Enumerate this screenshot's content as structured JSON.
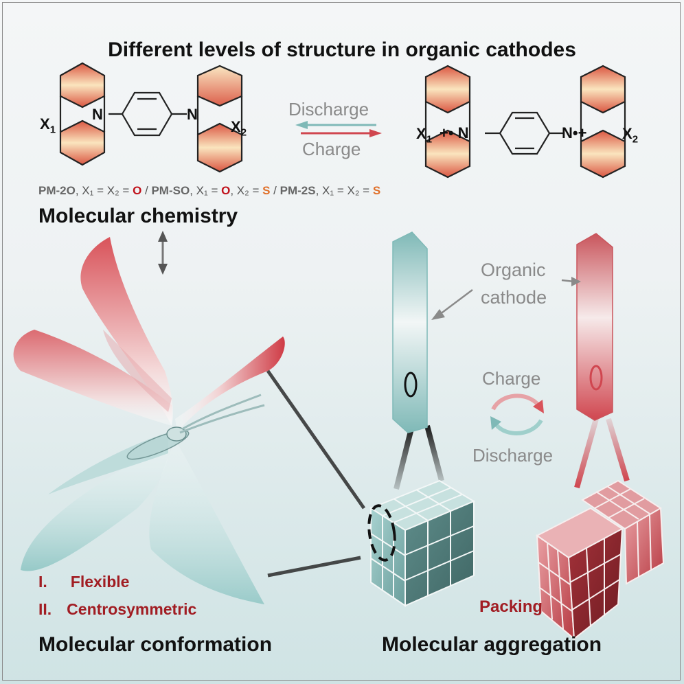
{
  "title": "Different levels of structure in organic cathodes",
  "reaction": {
    "forward": "Discharge",
    "backward": "Charge"
  },
  "formula": {
    "pm2o": "PM-2O",
    "pm2o_rest": ", X₁ = X₂ = ",
    "o1": "O",
    "sep1": " / ",
    "pmso": "PM-SO",
    "pmso_rest": ", X₁ = ",
    "o2": "O",
    "pmso_rest2": ", X₂ = ",
    "s1": "S",
    "sep2": " / ",
    "pm2s": "PM-2S",
    "pm2s_rest": ", X₁ = X₂ = ",
    "s2": "S"
  },
  "atoms": {
    "left_x1": "X",
    "left_x1_sub": "1",
    "left_n1": "N",
    "left_n2": "N",
    "left_x2": "X",
    "left_x2_sub": "2",
    "right_x1": "X",
    "right_x1_sub": "1",
    "right_n1": "+• N",
    "right_n2": "N•+",
    "right_x2": "X",
    "right_x2_sub": "2"
  },
  "sections": {
    "chemistry": "Molecular chemistry",
    "conformation": "Molecular conformation",
    "aggregation": "Molecular aggregation"
  },
  "features": [
    {
      "num": "I.",
      "label": "Flexible"
    },
    {
      "num": "II.",
      "label": "Centrosymmetric"
    }
  ],
  "cathode": {
    "label_line1": "Organic",
    "label_line2": "cathode",
    "charge": "Charge",
    "discharge": "Discharge",
    "packing": "Packing"
  },
  "colors": {
    "red": "#a11d23",
    "teal": "#7fb9b7",
    "orange": "#e8873a",
    "gray": "#8a8a8a"
  }
}
